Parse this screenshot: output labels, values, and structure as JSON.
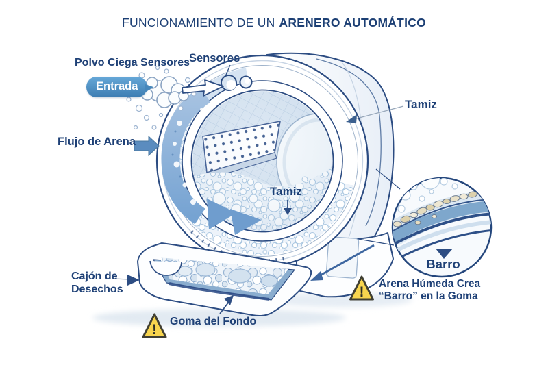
{
  "title": {
    "prefix": "FUNCIONAMIENTO DE UN",
    "emphasis": "ARENERO AUTOMÁTICO"
  },
  "labels": {
    "dust_blinds_sensors": "Polvo Ciega Sensores",
    "sensors": "Sensores",
    "inlet": "Entrada",
    "sand_flow": "Flujo de Arena",
    "sieve_right": "Tamiz",
    "sieve_center": "Tamiz",
    "mud": "Barro",
    "waste_drawer_line1": "Cajón de",
    "waste_drawer_line2": "Desechos",
    "bottom_rubber": "Goma del Fondo",
    "wet_sand_line1": "Arena Húmeda Crea",
    "wet_sand_line2": "“Barro” en la Goma"
  },
  "glyphs": {
    "warning_mark": "!"
  },
  "colors": {
    "navy_text": "#1e4076",
    "outline_navy": "#2c4c82",
    "steel_blue_band": "#7ea7cc",
    "swirl_blue": "#76a3d2",
    "badge_blue": "#4a90c6",
    "warning_yellow": "#f8d54e",
    "light_blue_fill": "#dce8f4",
    "mud_beige": "#e9e1c8"
  }
}
